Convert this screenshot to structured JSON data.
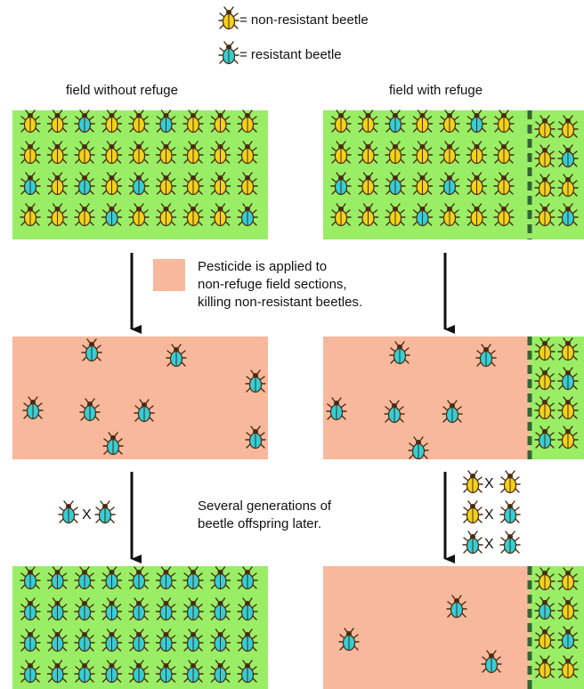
{
  "legend": {
    "non_resistant": {
      "label": "= non-resistant beetle",
      "icon": "yellow-beetle-icon"
    },
    "resistant": {
      "label": "= resistant beetle",
      "icon": "cyan-beetle-icon"
    }
  },
  "columns": {
    "left_title": "field without refuge",
    "right_title": "field with refuge"
  },
  "notes": {
    "pesticide_line1": "Pesticide is applied to",
    "pesticide_line2": "non-refuge field sections,",
    "pesticide_line3": "killing non-resistant beetles.",
    "generations_line1": "Several generations of",
    "generations_line2": "beetle offspring later."
  },
  "crosses": {
    "cross_symbol": "X",
    "left": [
      [
        "cyan",
        "cyan"
      ]
    ],
    "right": [
      [
        "yellow",
        "yellow"
      ],
      [
        "yellow",
        "cyan"
      ],
      [
        "cyan",
        "cyan"
      ]
    ]
  },
  "colors": {
    "field_green": "#99ee66",
    "pesticide_salmon": "#f8b89c",
    "refuge_divider": "#336633",
    "non_resistant_beetle": "#f2d21a",
    "resistant_beetle": "#33cfd8",
    "beetle_outline": "#4a2a10",
    "arrow": "#111111"
  },
  "fields": [
    {
      "name": "field-left-initial",
      "rows": [
        "YYCYYCYYY",
        "YYYYYYYYY",
        "CYCYCYYYY",
        "YYYCYYYYC"
      ]
    },
    {
      "name": "field-right-initial",
      "rows": [
        "YYCYYCY",
        "YYYYYYY",
        "CYCYCYY",
        "YYYCYYY"
      ],
      "refuge_rows": [
        "YY",
        "YC",
        "YY",
        "YC"
      ]
    },
    {
      "name": "field-left-after-pesticide",
      "beetles": "CCCCCCCC"
    },
    {
      "name": "field-right-after-pesticide",
      "beetles": "CCCCCC",
      "refuge_rows": [
        "YY",
        "YC",
        "YY",
        "CY"
      ]
    },
    {
      "name": "field-left-later",
      "rows": [
        "CCCCCCCCC",
        "CCCCCCCCC",
        "CCCCCCCCC",
        "CCCCCCCCC"
      ]
    },
    {
      "name": "field-right-later",
      "beetles": "CCC",
      "refuge_rows": [
        "YY",
        "CY",
        "YC",
        "YY"
      ]
    }
  ]
}
